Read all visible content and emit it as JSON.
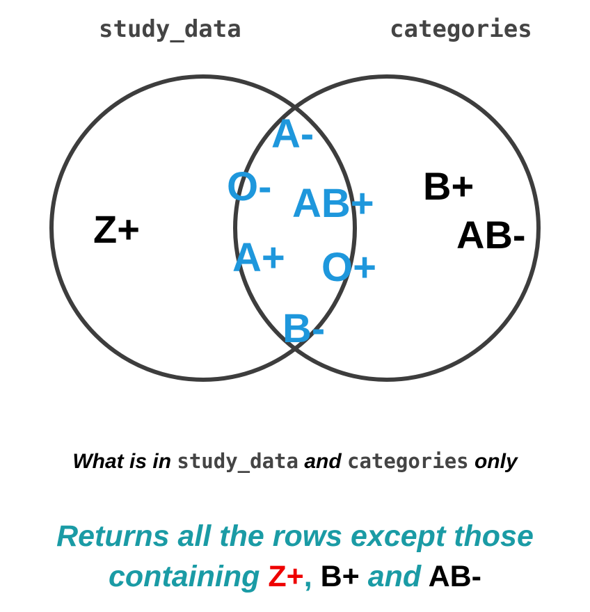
{
  "sets": {
    "left_label": "study_data",
    "right_label": "categories"
  },
  "regions": {
    "left_only": [
      "Z+"
    ],
    "intersection": [
      "A-",
      "O-",
      "AB+",
      "A+",
      "O+",
      "B-"
    ],
    "right_only": [
      "B+",
      "AB-"
    ]
  },
  "caption": {
    "part1": "What is in",
    "set1": "study_data",
    "part2": "and",
    "set2": "categories",
    "part3": "only"
  },
  "result": {
    "line1": "Returns all the rows except those",
    "line2_prefix": "containing",
    "excluded_1": "Z+",
    "separator": ",",
    "excluded_2": "B+",
    "conjunction": "and",
    "excluded_3": "AB-"
  },
  "colors": {
    "circle_stroke": "#3d3d3d",
    "shared_items": "#1e97dc",
    "result_text": "#1a9ba5",
    "highlight": "#ee0000"
  }
}
